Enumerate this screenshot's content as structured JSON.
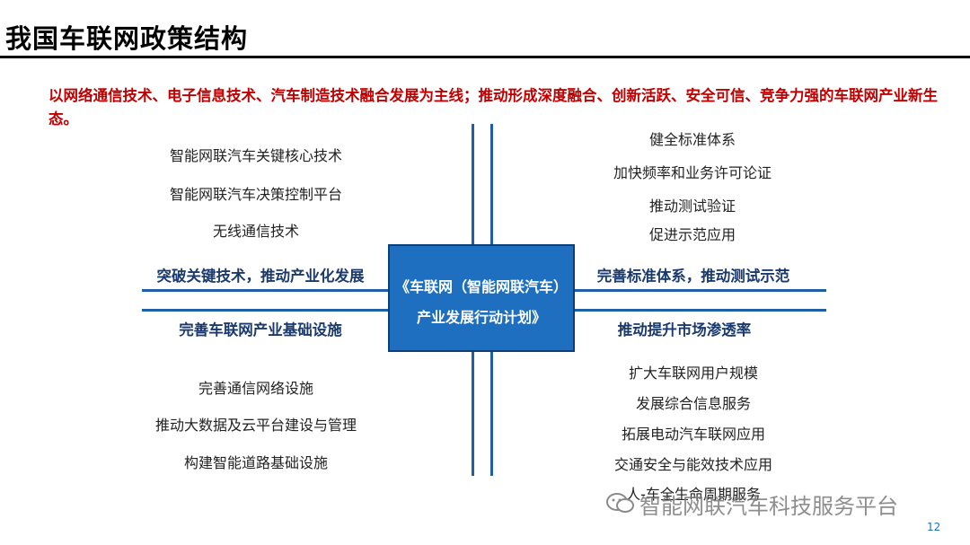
{
  "title": "我国车联网政策结构",
  "intro": "以网络通信技术、电子信息技术、汽车制造技术融合发展为主线；推动形成深度融合、创新活跃、安全可信、竞争力强的车联网产业新生态。",
  "center": {
    "line1": "《车联网（智能网联汽车）",
    "line2": "产业发展行动计划》"
  },
  "top_left": {
    "heading": "突破关键技术，推动产业化发展",
    "items": [
      "智能网联汽车关键核心技术",
      "智能网联汽车决策控制平台",
      "无线通信技术"
    ]
  },
  "top_right": {
    "heading": "完善标准体系，推动测试示范",
    "items": [
      "健全标准体系",
      "加快频率和业务许可论证",
      "推动测试验证",
      "促进示范应用"
    ]
  },
  "bottom_left": {
    "heading": "完善车联网产业基础设施",
    "items": [
      "完善通信网络设施",
      "推动大数据及云平台建设与管理",
      "构建智能道路基础设施"
    ]
  },
  "bottom_right": {
    "heading": "推动提升市场渗透率",
    "items": [
      "扩大车联网用户规模",
      "发展综合信息服务",
      "拓展电动汽车联网应用",
      "交通安全与能效技术应用",
      "人-车全生命周期服务"
    ]
  },
  "watermark": "智能网联汽车科技服务平台",
  "page_number": "12",
  "colors": {
    "accent_blue": "#1f6fc0",
    "intro_red": "#c00000"
  }
}
